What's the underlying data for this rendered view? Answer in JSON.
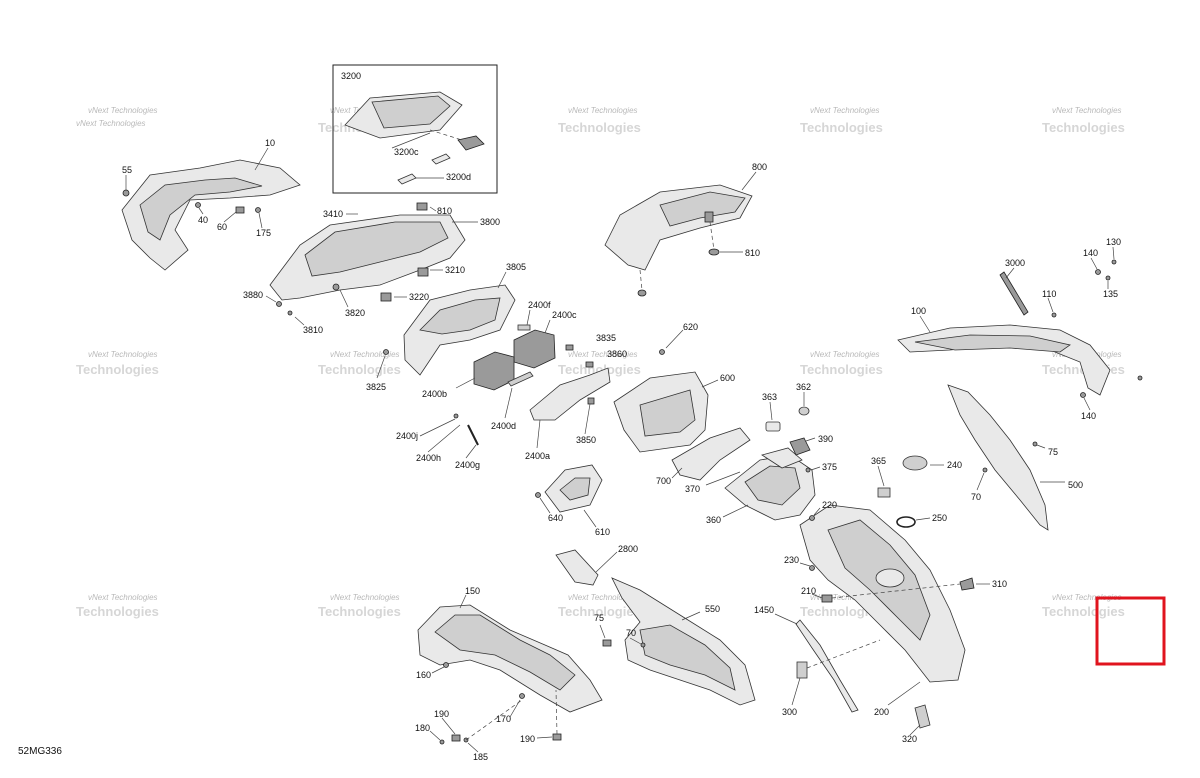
{
  "diagram_code": "52MG336",
  "watermark": {
    "line1": "vNext Technologies",
    "line2": "Technologies"
  },
  "highlight_color": "#e0141e",
  "labels": {
    "l3200": "3200",
    "l3200c": "3200c",
    "l3200d": "3200d",
    "l10": "10",
    "l55": "55",
    "l40": "40",
    "l60": "60",
    "l175": "175",
    "l3410": "3410",
    "l810a": "810",
    "l3800": "3800",
    "l3210": "3210",
    "l3880": "3880",
    "l3810": "3810",
    "l3820": "3820",
    "l3220": "3220",
    "l3805": "3805",
    "l3825": "3825",
    "l2400f": "2400f",
    "l2400c": "2400c",
    "l2400b": "2400b",
    "l2400d": "2400d",
    "l2400j": "2400j",
    "l2400h": "2400h",
    "l2400g": "2400g",
    "l2400a": "2400a",
    "l3835": "3835",
    "l3860": "3860",
    "l3850": "3850",
    "l800": "800",
    "l810b": "810",
    "l620": "620",
    "l600": "600",
    "l700": "700",
    "l640": "640",
    "l610": "610",
    "l363": "363",
    "l362": "362",
    "l390": "390",
    "l375": "375",
    "l370": "370",
    "l360": "360",
    "l365": "365",
    "l240": "240",
    "l220": "220",
    "l250": "250",
    "l230": "230",
    "l210": "210",
    "l3000": "3000",
    "l130": "130",
    "l140a": "140",
    "l135": "135",
    "l110": "110",
    "l100": "100",
    "l140b": "140",
    "l75a": "75",
    "l70a": "70",
    "l500": "500",
    "l2800": "2800",
    "l150": "150",
    "l160": "160",
    "l170": "170",
    "l190a": "190",
    "l180": "180",
    "l185": "185",
    "l190b": "190",
    "l75b": "75",
    "l70b": "70",
    "l550": "550",
    "l1450": "1450",
    "l300": "300",
    "l200": "200",
    "l310": "310",
    "l320": "320"
  }
}
